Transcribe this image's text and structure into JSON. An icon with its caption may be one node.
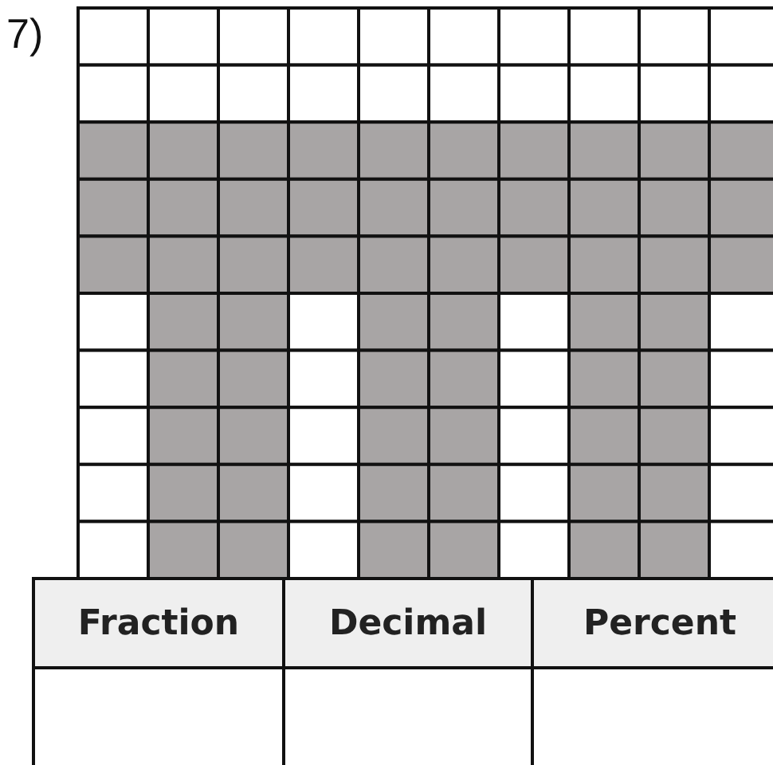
{
  "diagram": {
    "labels": [
      "7)",
      "Fraction",
      "Decimal",
      "Percent"
    ]
  }
}
